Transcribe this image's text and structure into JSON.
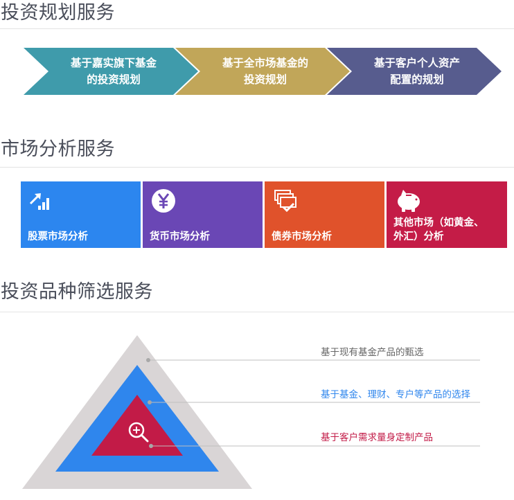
{
  "sections": {
    "planning": {
      "title": "投资规划服务"
    },
    "market": {
      "title": "市场分析服务"
    },
    "screening": {
      "title": "投资品种筛选服务"
    }
  },
  "planning_steps": [
    {
      "line1": "基于嘉实旗下基金",
      "line2": "的投资规划",
      "color": "#3f9bab"
    },
    {
      "line1": "基于全市场基金的",
      "line2": "投资规划",
      "color": "#c1a659"
    },
    {
      "line1": "基于客户个人资产",
      "line2": "配置的规划",
      "color": "#575c8e"
    }
  ],
  "market_tiles": [
    {
      "label": "股票市场分析",
      "icon": "rising-bar-chart-icon",
      "color": "#2c86ef"
    },
    {
      "label": "货币市场分析",
      "icon": "yen-coin-icon",
      "color": "#6a47b5"
    },
    {
      "label": "债券市场分析",
      "icon": "stacked-documents-check-icon",
      "color": "#e0522b"
    },
    {
      "label_line1": "其他市场（如黄金、",
      "label_line2": "外汇）分析",
      "icon": "piggy-bank-icon",
      "color": "#c41c47"
    }
  ],
  "pyramid": {
    "levels": [
      {
        "text": "基于现有基金产品的甄选",
        "color": "#d9d5d6",
        "text_color": "#666666"
      },
      {
        "text": "基于基金、理财、专户等产品的选择",
        "color": "#2f86ed",
        "text_color": "#2f86ed"
      },
      {
        "text": "基于客户需求量身定制产品",
        "color": "#c21b47",
        "text_color": "#c21b47"
      }
    ],
    "center_icon": "magnifier-plus-icon"
  }
}
